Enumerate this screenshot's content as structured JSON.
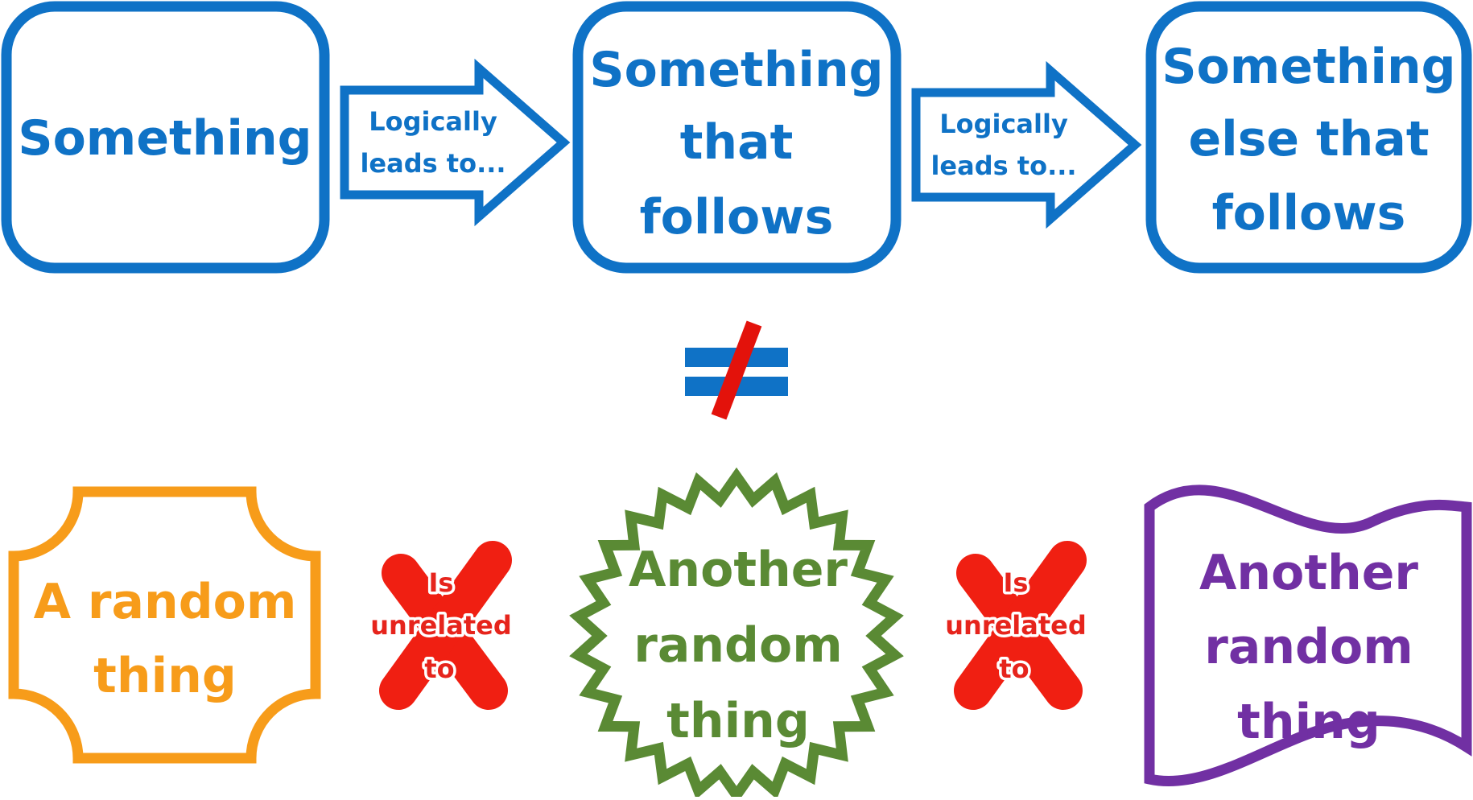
{
  "colors": {
    "logic": "#0f72c6",
    "not_equal_slash": "#e3120b",
    "random_1": "#f79c1a",
    "random_2": "#5a8a34",
    "random_3": "#7130a3",
    "unrelated_x": "#f01f12"
  },
  "logic_chain": {
    "box_1": {
      "lines": [
        "Something"
      ]
    },
    "arrow_1": {
      "lines": [
        "Logically",
        "leads to..."
      ]
    },
    "box_2": {
      "lines": [
        "Something",
        "that",
        "follows"
      ]
    },
    "arrow_2": {
      "lines": [
        "Logically",
        "leads to..."
      ]
    },
    "box_3": {
      "lines": [
        "Something",
        "else that",
        "follows"
      ]
    }
  },
  "not_equal_icon": "not-equal-icon",
  "random_chain": {
    "shape_1": {
      "lines": [
        "A random",
        "thing"
      ]
    },
    "link_1": {
      "icon": "red-x-icon",
      "lines": [
        "Is",
        "unrelated",
        "to"
      ]
    },
    "shape_2": {
      "lines": [
        "Another",
        "random",
        "thing"
      ]
    },
    "link_2": {
      "icon": "red-x-icon",
      "lines": [
        "Is",
        "unrelated",
        "to"
      ]
    },
    "shape_3": {
      "lines": [
        "Another",
        "random",
        "thing"
      ]
    }
  }
}
